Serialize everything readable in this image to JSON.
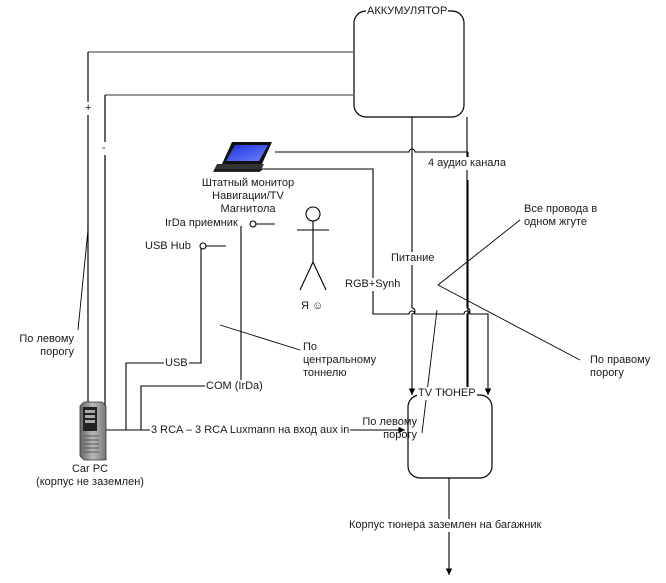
{
  "diagram": {
    "nodes": {
      "battery": {
        "label": "АККУМУЛЯТОР"
      },
      "monitor": {
        "lines": [
          "Штатный монитор",
          "Навигации/TV",
          "Магнитола"
        ]
      },
      "irda": {
        "label": "IrDa приемник"
      },
      "usb_hub": {
        "label": "USB Hub"
      },
      "person": {
        "label": "Я ☺"
      },
      "car_pc": {
        "lines": [
          "Car PC",
          "(корпус не заземлен)"
        ]
      },
      "tv_tuner": {
        "label": "TV ТЮНЕР"
      }
    },
    "connections": {
      "plus": "+",
      "minus": "-",
      "audio": "4 аудио канала",
      "power": "Питание",
      "rgb": "RGB+Synh",
      "usb": "USB",
      "com": "COM (IrDa)",
      "rca": "3 RCA – 3 RCA Luxmann на вход aux in"
    },
    "annotations": {
      "left_sill_1": [
        "По левому",
        "порогу"
      ],
      "left_sill_2": [
        "По левому",
        "порогу"
      ],
      "central_tunnel": [
        "По",
        "центральному",
        "тоннелю"
      ],
      "one_harness": [
        "Все провода в",
        "одном жгуте"
      ],
      "right_sill": [
        "По правому",
        "порогу"
      ],
      "ground": "Корпус тюнера заземлен на багажник"
    }
  }
}
